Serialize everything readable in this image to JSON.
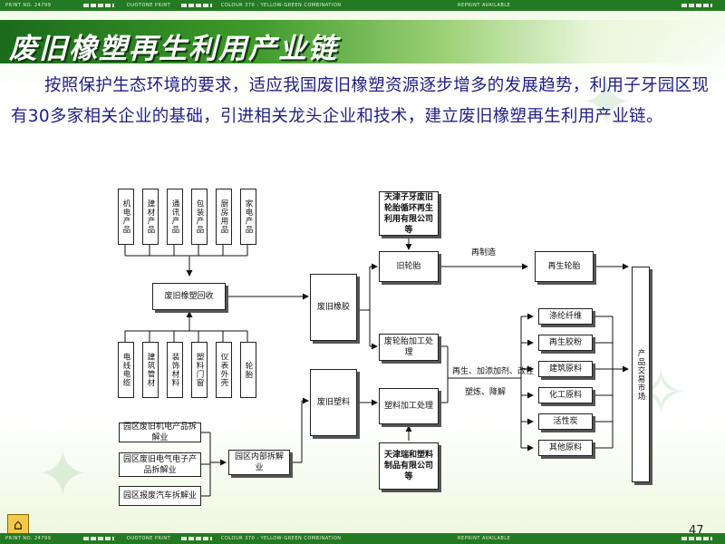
{
  "top_bar": {
    "print_no": "PRINT NO. 24799",
    "duotone": "DUOTONE PRINT",
    "colour": "COLOUR 370 : YELLOW-GREEN COMBINATION",
    "reprint": "REPRINT AVAILABLE"
  },
  "bottom_bar": {
    "print_no": "PRINT NO. 24799",
    "duotone": "DUOTONE PRINT",
    "colour": "COLOUR 370 : YELLOW-GREEN COMBINATION",
    "reprint": "REPRINT AVAILABLE"
  },
  "slide": {
    "title": "废旧橡塑再生利用产业链",
    "intro": "按照保护生态环境的要求，适应我国废旧橡塑资源逐步增多的发展趋势，利用子牙园区现有30多家相关企业的基础，引进相关龙头企业和技术，建立废旧橡塑再生利用产业链。",
    "page_number": "47"
  },
  "diagram": {
    "top_sources": [
      "机电产品",
      "建材产品",
      "通讯产品",
      "包装产品",
      "厨房用品",
      "家电产品"
    ],
    "recycle": "废旧橡塑回收",
    "bottom_sources": [
      "电线电缆",
      "建筑管材",
      "装饰材料",
      "塑料门窗",
      "仪表外壳",
      "轮胎"
    ],
    "dismantlers": [
      "园区废旧机电产品拆解业",
      "园区废旧电气电子产品拆解业",
      "园区报废汽车拆解业"
    ],
    "internal": "园区内部拆解业",
    "rubber": "废旧橡胶",
    "plastic": "废旧塑料",
    "company_top": "天津子牙废旧轮胎循环再生利用有限公司等",
    "old_tire": "旧轮胎",
    "remanufacture_label": "再制造",
    "regen_tire": "再生轮胎",
    "waste_tire_processing": "废轮胎加工处理",
    "plastic_processing": "塑料加工处理",
    "company_bottom": "天津瑞和塑料制品有限公司等",
    "process_label_1": "再生、加添加剂、改性",
    "process_label_2": "塑炼、降解",
    "products": [
      "涤纶纤维",
      "再生胶粉",
      "建筑原料",
      "化工原料",
      "活性炭",
      "其他原料"
    ],
    "market": "产品交易市场"
  },
  "colors": {
    "frame_green": "#1e6a1e",
    "title_text": "#ffffff",
    "body_text": "#1f1f8a"
  },
  "icons": [
    "logo-icon"
  ]
}
